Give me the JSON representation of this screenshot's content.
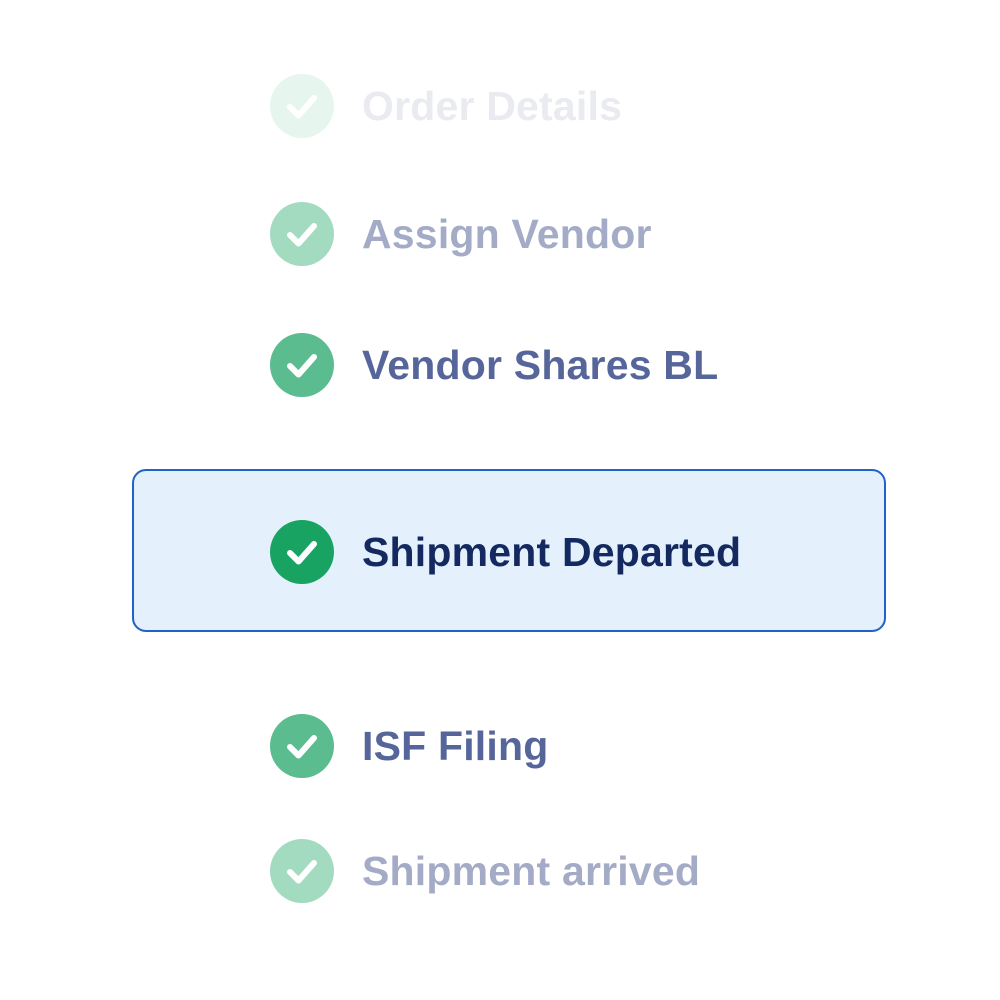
{
  "steps": [
    {
      "label": "Order Details",
      "state": "past-faded",
      "check_color": "#e6f5ee",
      "text_color": "#e9ebf0"
    },
    {
      "label": "Assign Vendor",
      "state": "past",
      "check_color": "#a3dbc0",
      "text_color": "#a4abc6"
    },
    {
      "label": "Vendor Shares BL",
      "state": "past-recent",
      "check_color": "#5bbc8f",
      "text_color": "#56669a"
    },
    {
      "label": "Shipment Departed",
      "state": "current",
      "check_color": "#18a362",
      "text_color": "#13295f",
      "card_bg": "#e5f0fd",
      "card_border": "#1e63c8"
    },
    {
      "label": "ISF Filing",
      "state": "next",
      "check_color": "#5bbc8f",
      "text_color": "#56669a"
    },
    {
      "label": "Shipment arrived",
      "state": "later",
      "check_color": "#a3dbc0",
      "text_color": "#a4abc6"
    }
  ],
  "icons": {
    "check": "check-icon"
  }
}
